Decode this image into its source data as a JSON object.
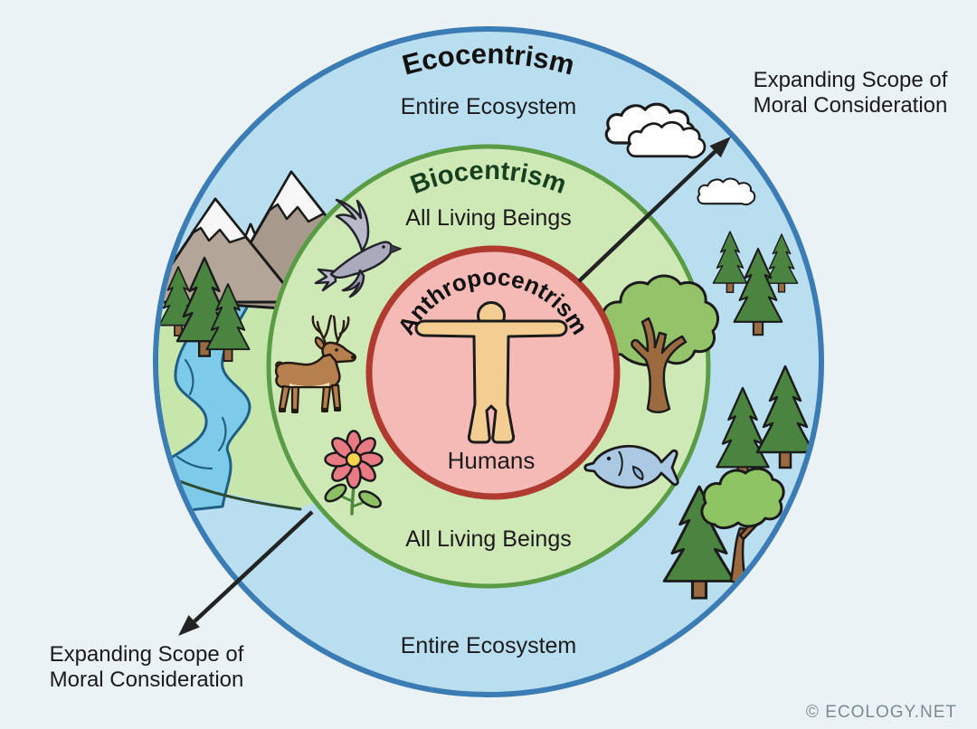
{
  "diagram": {
    "rings": {
      "outer": {
        "label": "Ecocentrism",
        "sublabel_top": "Entire Ecosystem",
        "sublabel_bottom": "Entire Ecosystem",
        "fill": "#b9def0",
        "border": "#3a7cb3"
      },
      "middle": {
        "label": "Biocentrism",
        "sublabel_top": "All Living Beings",
        "sublabel_bottom": "All Living Beings",
        "fill": "#cfe9b6",
        "border": "#5a9b46",
        "label_color": "#17401f"
      },
      "inner": {
        "label": "Anthropocentrism",
        "sublabel": "Humans",
        "fill": "#f6bab6",
        "border": "#ae3a30"
      }
    },
    "arrows": {
      "top_right": {
        "line1": "Expanding Scope of",
        "line2": "Moral Consideration"
      },
      "bottom_left": {
        "line1": "Expanding Scope of",
        "line2": "Moral Consideration"
      },
      "color": "#232323"
    },
    "credit": "© ECOLOGY.NET",
    "illustrations": [
      "mountains",
      "river",
      "pine-trees",
      "clouds",
      "bird",
      "deer",
      "flower",
      "broadleaf-tree",
      "fish",
      "human-figure"
    ]
  }
}
